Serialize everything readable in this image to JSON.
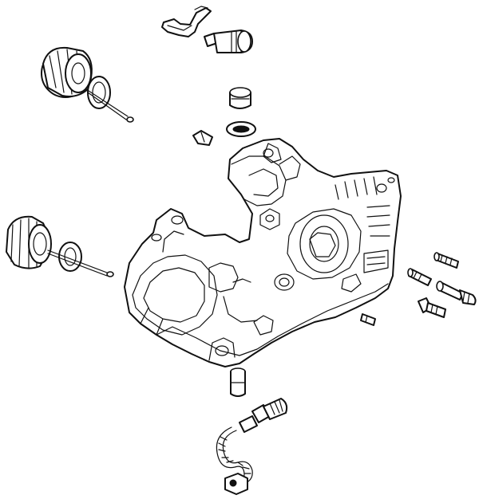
{
  "diagram": {
    "type": "exploded-parts-drawing",
    "line_color": "#111111",
    "background": "#ffffff",
    "parts": [
      {
        "id": "crankcase",
        "icon": "crankcase-housing"
      },
      {
        "id": "fuel-filter-with-hook",
        "icon": "fuel-filter"
      },
      {
        "id": "tank-cap-upper",
        "icon": "tank-cap"
      },
      {
        "id": "tank-cap-lower",
        "icon": "tank-cap"
      },
      {
        "id": "grommet",
        "icon": "rubber-grommet"
      },
      {
        "id": "small-plug",
        "icon": "plug"
      },
      {
        "id": "oil-hose-fitting",
        "icon": "hose-fitting"
      },
      {
        "id": "oil-hose-with-filter",
        "icon": "oil-pickup-hose"
      },
      {
        "id": "studs",
        "icon": "stud-bolt"
      },
      {
        "id": "screws",
        "icon": "screw"
      }
    ]
  }
}
